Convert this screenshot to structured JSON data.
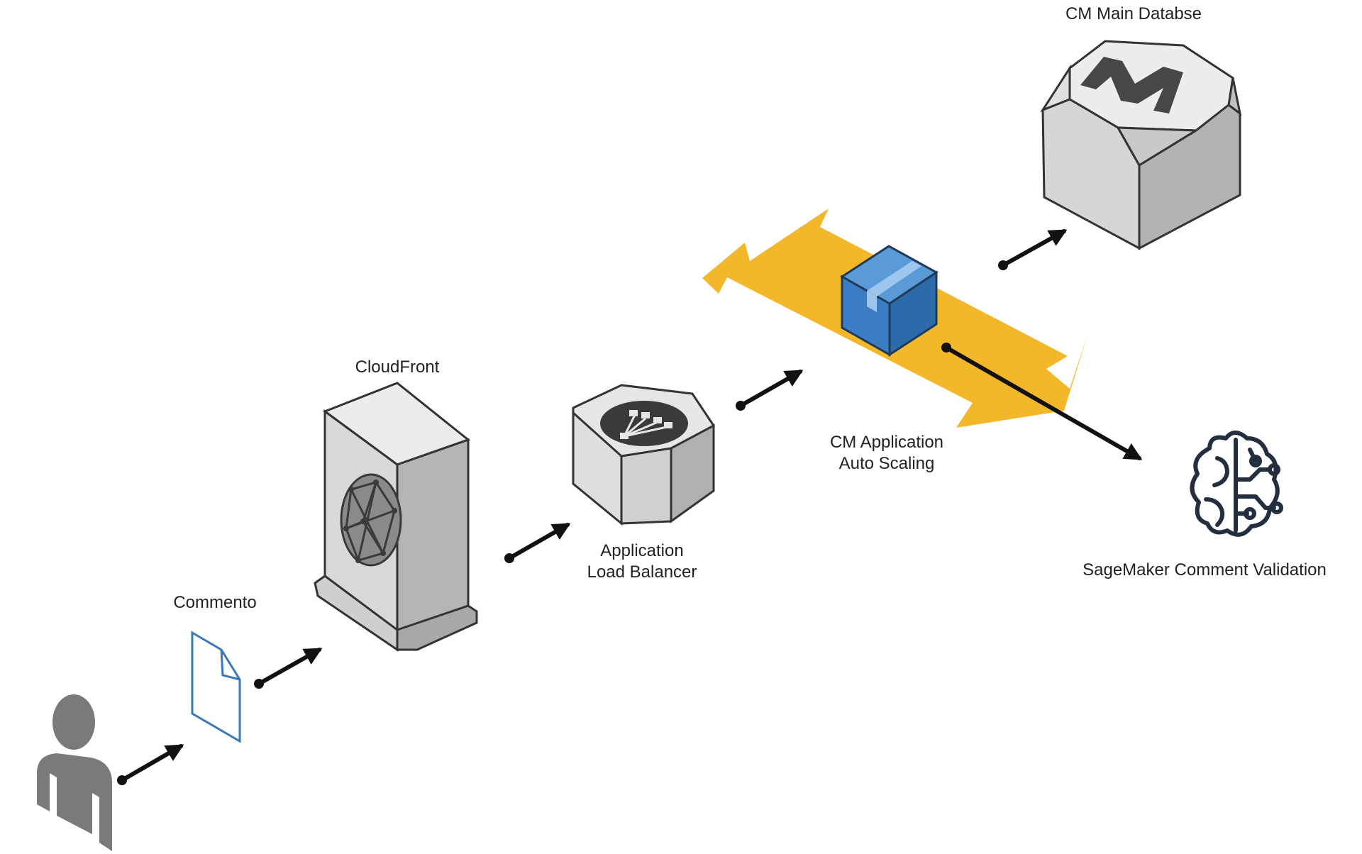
{
  "labels": {
    "database": "CM Main Databse",
    "cloudfront": "CloudFront",
    "alb_line1": "Application",
    "alb_line2": "Load Balancer",
    "asg_line1": "CM Application",
    "asg_line2": "Auto Scaling",
    "sagemaker": "SageMaker Comment Validation",
    "commento": "Commento"
  },
  "icons": {
    "user": "user-icon",
    "commento": "document-icon",
    "cloudfront": "cloudfront-server-icon",
    "alb": "load-balancer-icon",
    "asg": "auto-scaling-group-icon",
    "instance": "ec2-instance-cube-icon",
    "database": "database-m-icon",
    "sagemaker": "sagemaker-brain-icon"
  },
  "colors": {
    "autoscaling_band": "#f3b72a",
    "instance_blue": "#3b7dc4",
    "document_outline": "#3b78b8",
    "device_face": "#d9d9d9",
    "device_side": "#b3b3b3",
    "arrow": "#111111"
  }
}
